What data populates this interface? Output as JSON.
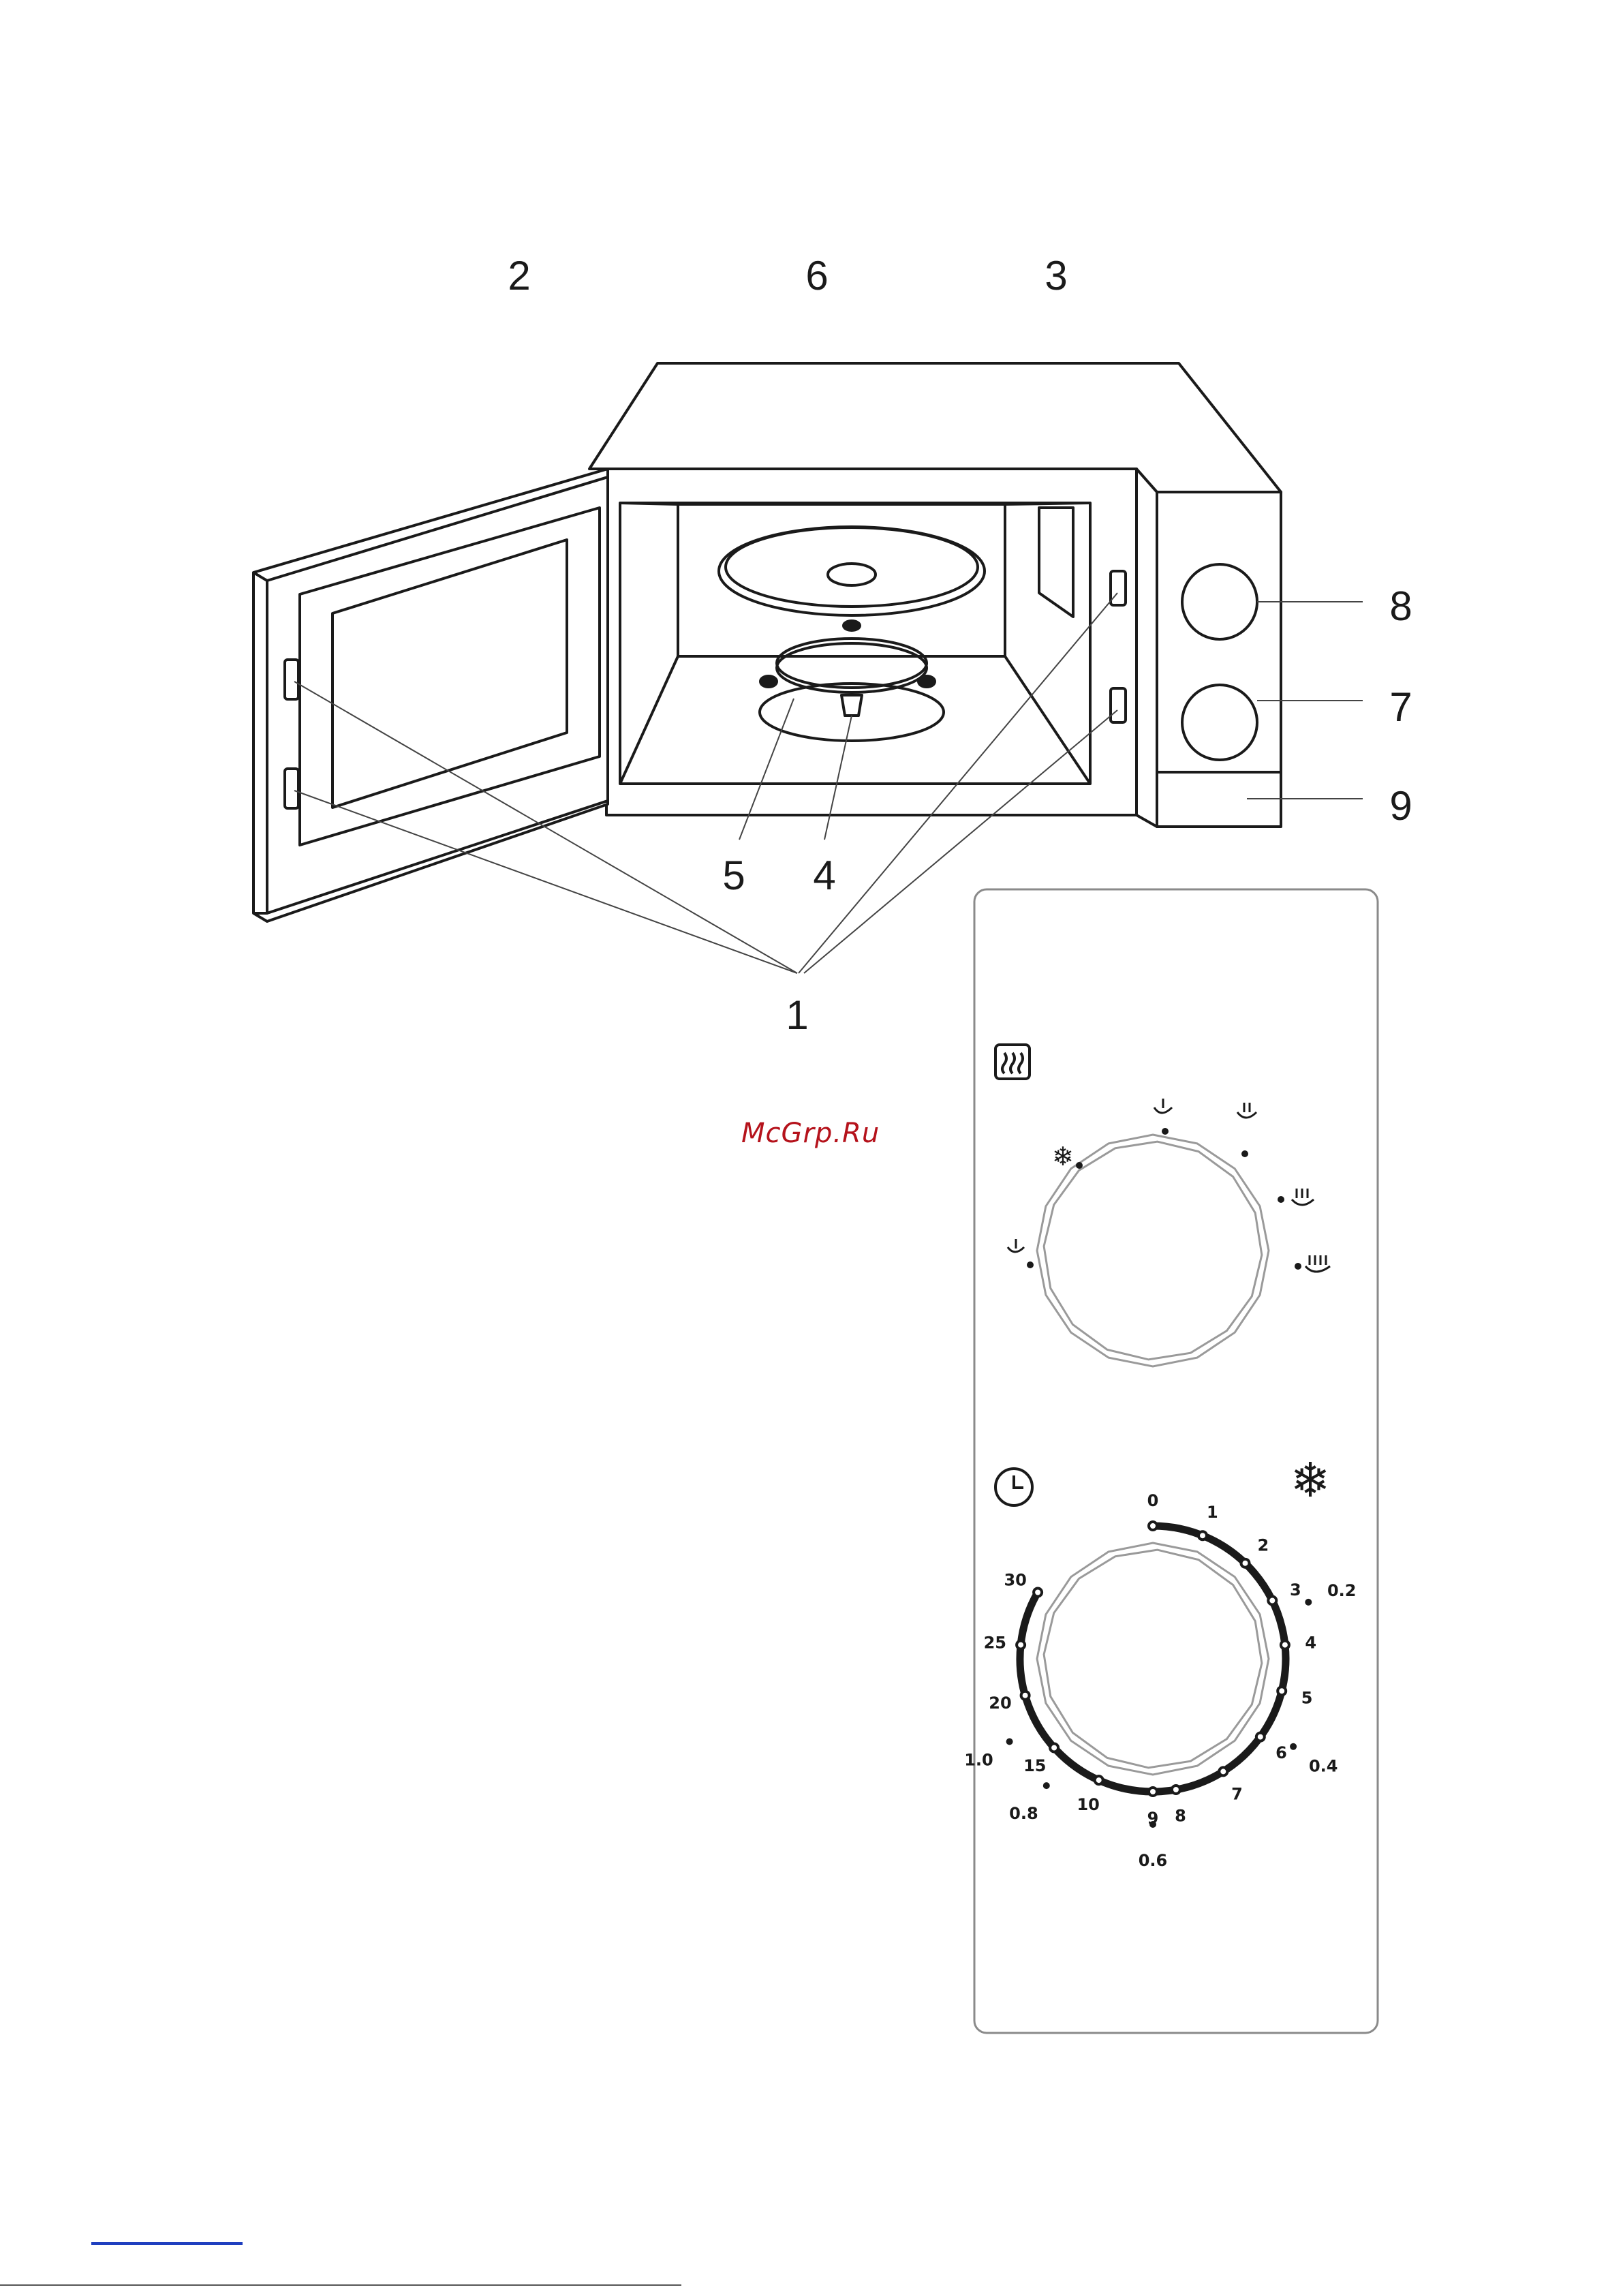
{
  "diagram": {
    "callouts": {
      "door_latch": "1",
      "door_window": "2",
      "waveguide_cover": "3",
      "turntable_shaft": "4",
      "roller_ring": "5",
      "glass_tray": "6",
      "time_dial": "7",
      "power_dial": "8",
      "door_release": "9"
    }
  },
  "control_panel": {
    "power_dial": {
      "heat_icon": "heat-waves-icon",
      "settings": [
        "defrost-icon",
        "low-icon",
        "medium-low-icon",
        "medium-icon",
        "medium-high-icon",
        "high-icon"
      ]
    },
    "time_dial": {
      "clock_icon": "clock-icon",
      "defrost_icon": "snowflake-icon",
      "minute_marks": [
        "0",
        "1",
        "2",
        "3",
        "4",
        "5",
        "6",
        "7",
        "8",
        "9",
        "10",
        "15",
        "20",
        "25",
        "30"
      ],
      "weight_marks": [
        "0.2",
        "0.4",
        "0.6",
        "0.8",
        "1.0"
      ]
    }
  },
  "watermark": "McGrp.Ru",
  "colors": {
    "line": "#1a1a1a",
    "dial_ring": "#9a9a9a",
    "watermark": "#b5121b",
    "link": "#1f3fbf"
  }
}
